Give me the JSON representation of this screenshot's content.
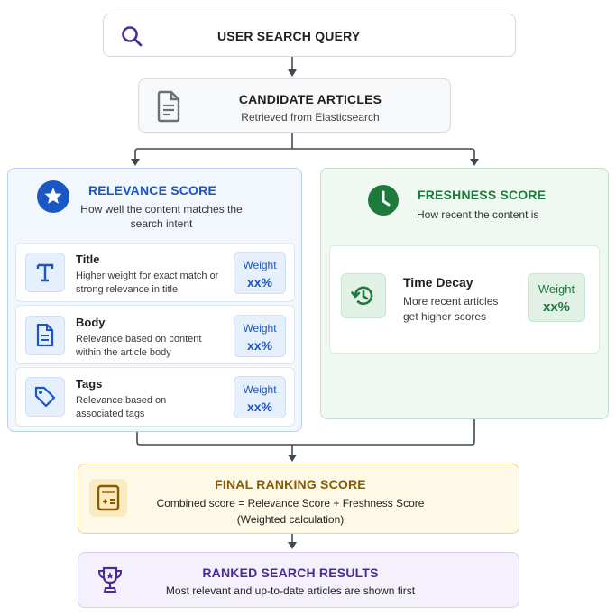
{
  "query": {
    "label": "USER SEARCH QUERY",
    "icon": "search-icon"
  },
  "candidates": {
    "title": "CANDIDATE ARTICLES",
    "subtitle": "Retrieved from Elasticsearch",
    "icon": "document-icon"
  },
  "relevance": {
    "title": "RELEVANCE SCORE",
    "subtitle": "How well the content matches the search intent",
    "icon": "star-icon",
    "color": "#1a56c4",
    "items": [
      {
        "title": "Title",
        "desc": "Higher weight for exact match or strong relevance in title",
        "icon": "text-t-icon",
        "weight_label": "Weight",
        "weight_value": "xx%"
      },
      {
        "title": "Body",
        "desc": "Relevance based on content within the article body",
        "icon": "document-icon",
        "weight_label": "Weight",
        "weight_value": "xx%"
      },
      {
        "title": "Tags",
        "desc": "Relevance based on associated tags",
        "icon": "tag-icon",
        "weight_label": "Weight",
        "weight_value": "xx%"
      }
    ]
  },
  "freshness": {
    "title": "FRESHNESS SCORE",
    "subtitle": "How recent the content is",
    "icon": "clock-icon",
    "color": "#1e7a3c",
    "item": {
      "title": "Time Decay",
      "desc": "More recent articles get higher scores",
      "icon": "history-icon",
      "weight_label": "Weight",
      "weight_value": "xx%"
    }
  },
  "final": {
    "title": "FINAL RANKING SCORE",
    "line1": "Combined score = Relevance Score + Freshness Score",
    "line2": "(Weighted calculation)",
    "icon": "calculator-icon",
    "color": "#8a5a00"
  },
  "results": {
    "title": "RANKED SEARCH RESULTS",
    "subtitle": "Most relevant and up-to-date articles are shown first",
    "icon": "trophy-icon",
    "color": "#4a2a9a"
  }
}
